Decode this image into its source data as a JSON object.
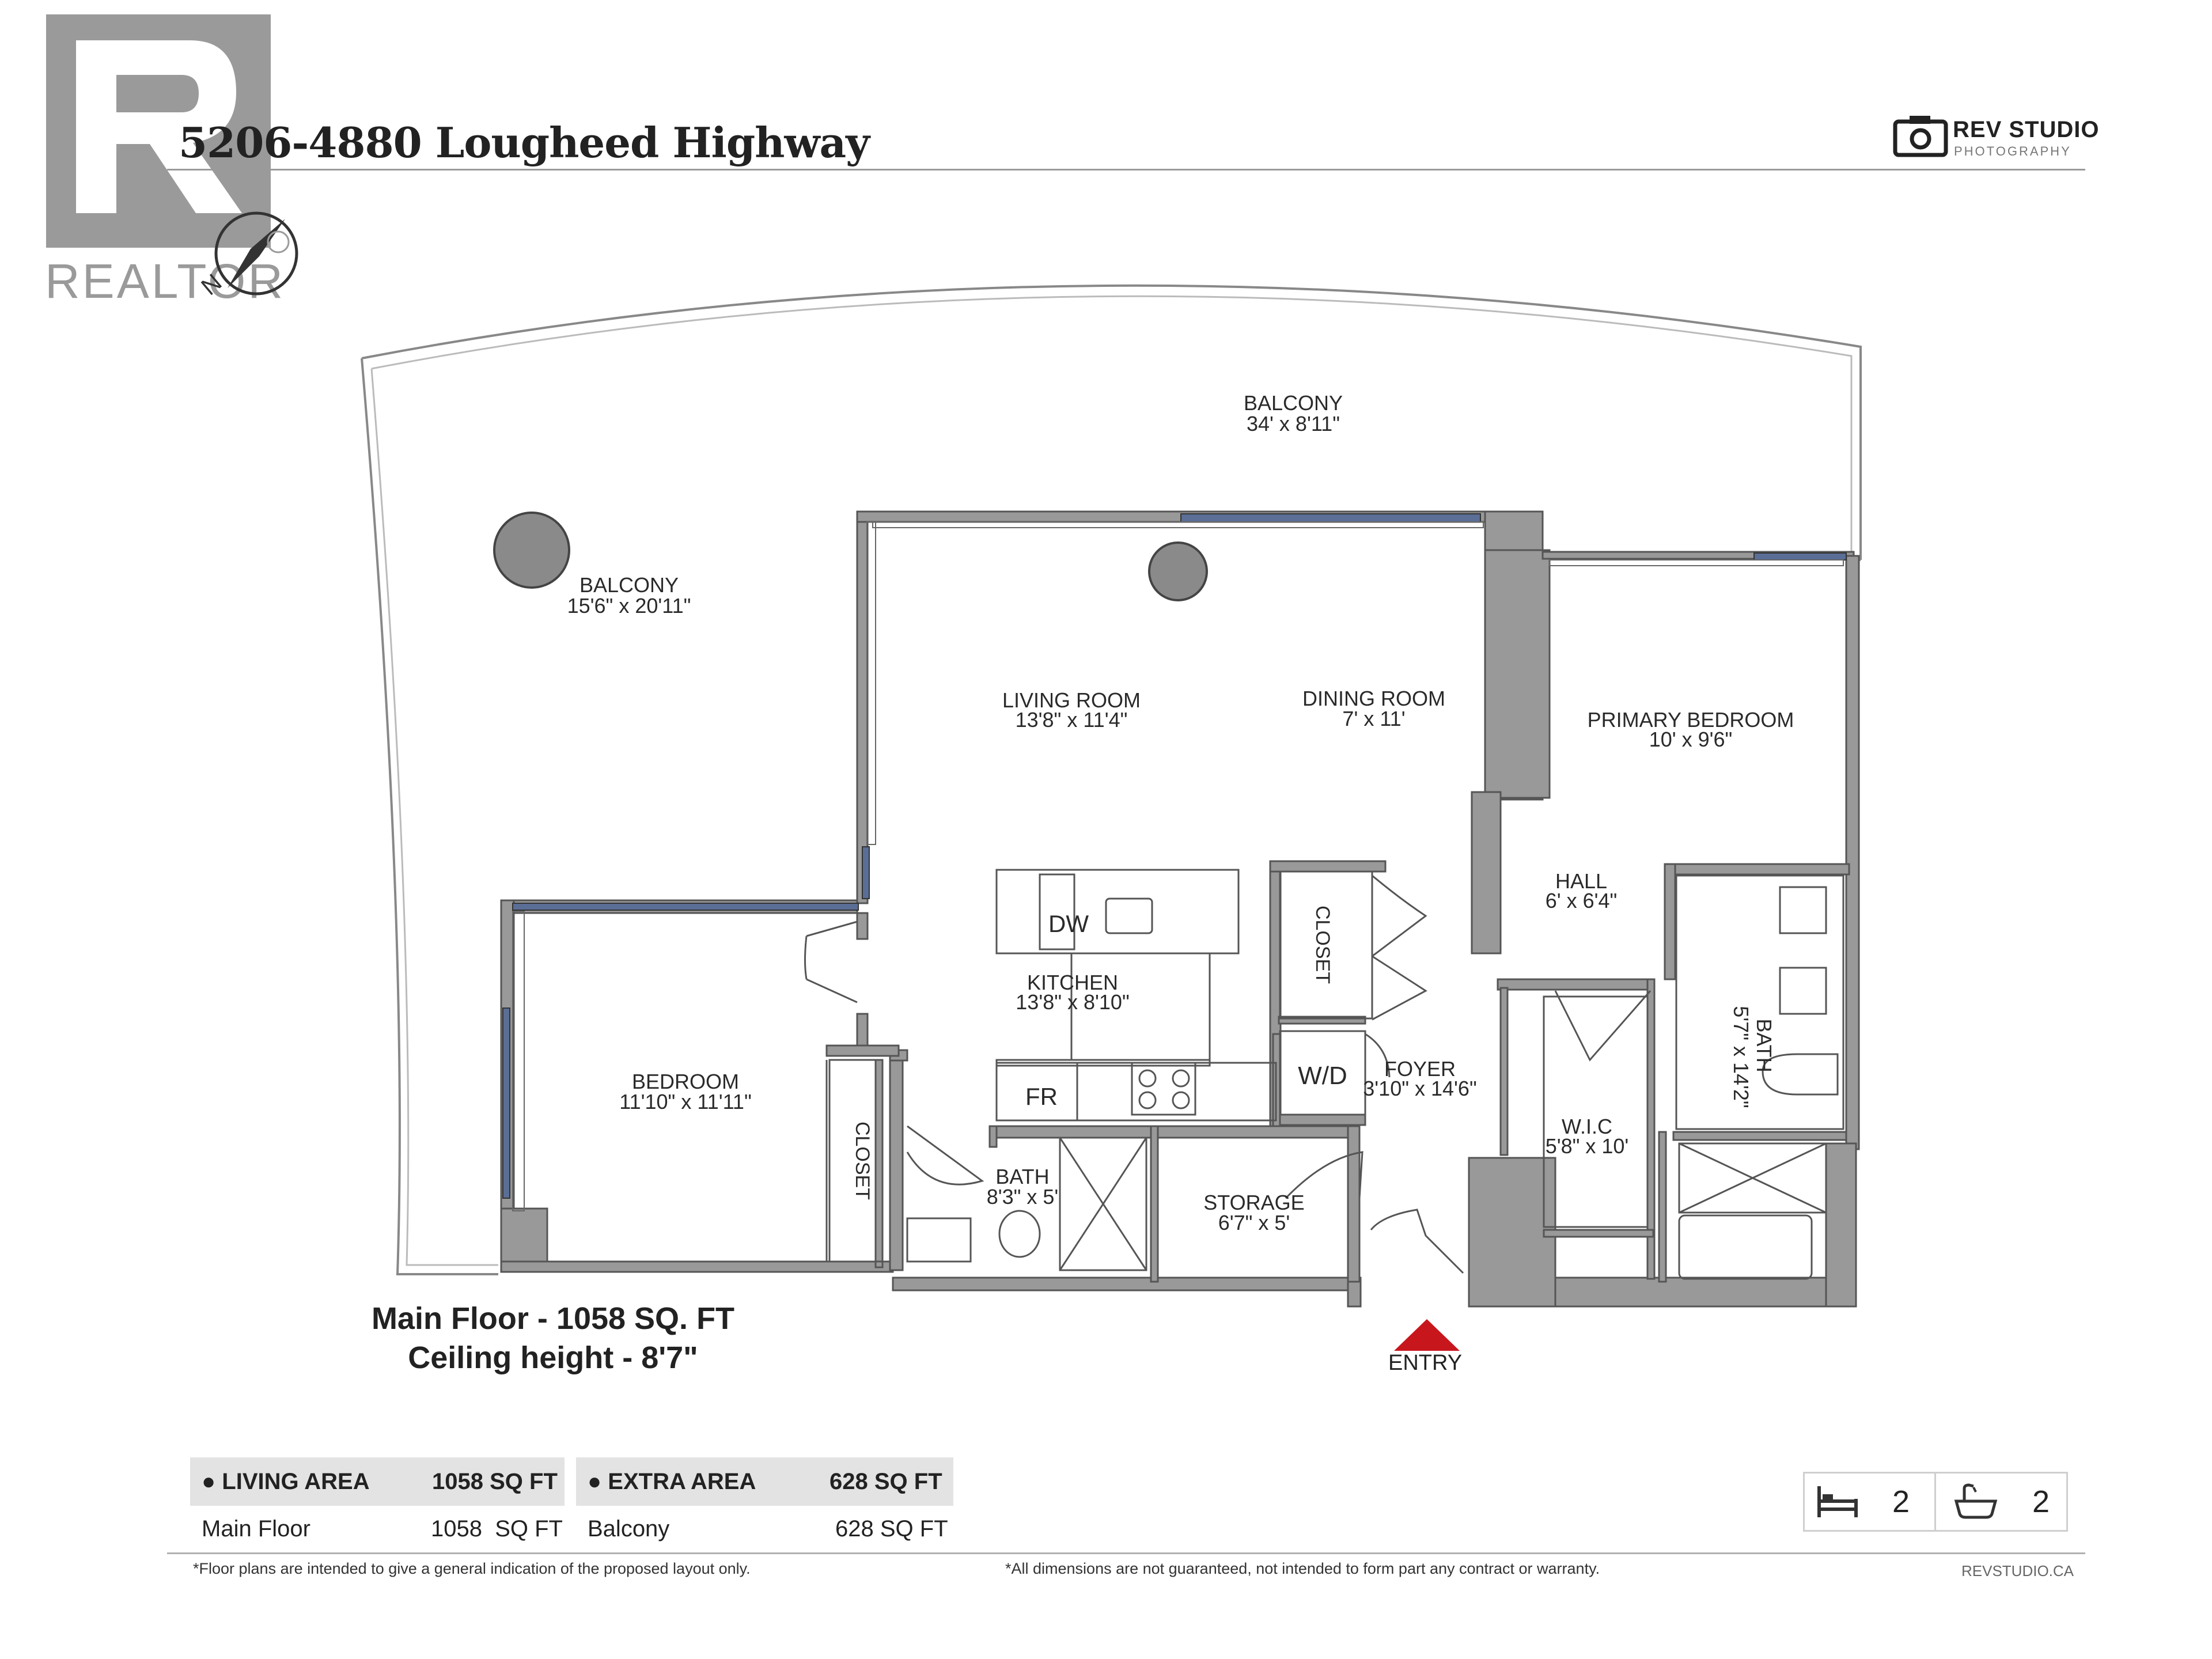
{
  "title": "5206-4880 Lougheed Highway",
  "logos": {
    "realtor": {
      "text": "REALTOR",
      "icon": "realtor-r-icon"
    },
    "brand": {
      "name": "REV STUDIO",
      "sub": "PHOTOGRAPHY",
      "icon": "camera-icon"
    }
  },
  "compass": {
    "letter": "N",
    "icon": "compass-icon"
  },
  "rooms": [
    {
      "name": "BALCONY",
      "dims": "34' x 8'11\""
    },
    {
      "name": "BALCONY",
      "dims": "15'6\" x 20'11\""
    },
    {
      "name": "LIVING ROOM",
      "dims": "13'8\" x 11'4\""
    },
    {
      "name": "DINING ROOM",
      "dims": "7' x 11'"
    },
    {
      "name": "PRIMARY BEDROOM",
      "dims": "10' x 9'6\""
    },
    {
      "name": "HALL",
      "dims": "6' x 6'4\""
    },
    {
      "name": "KITCHEN",
      "dims": "13'8\" x 8'10\""
    },
    {
      "name": "BEDROOM",
      "dims": "11'10\" x 11'11\""
    },
    {
      "name": "FOYER",
      "dims": "3'10\" x 14'6\""
    },
    {
      "name": "W.I.C",
      "dims": "5'8\" x 10'"
    },
    {
      "name": "BATH",
      "dims": "8'3\" x 5'"
    },
    {
      "name": "STORAGE",
      "dims": "6'7\" x 5'"
    },
    {
      "name": "BATH",
      "dims": "5'7\" x 14'2\""
    }
  ],
  "fixtures": {
    "closet_1": "CLOSET",
    "closet_2": "CLOSET",
    "dw": "DW",
    "wd": "W/D",
    "fr": "FR"
  },
  "entry": "ENTRY",
  "summary": {
    "line1": "Main Floor - 1058 SQ. FT",
    "line2": "Ceiling height - 8'7\""
  },
  "table": {
    "living": {
      "label": "LIVING AREA",
      "total": "1058 SQ FT",
      "row_label": "Main Floor",
      "row_value": "1058  SQ FT"
    },
    "extra": {
      "label": "EXTRA AREA",
      "total": "628 SQ FT",
      "row_label": "Balcony",
      "row_value": "628 SQ FT"
    }
  },
  "counts": {
    "bedrooms": "2",
    "bathrooms": "2",
    "bed_icon": "bed-icon",
    "bath_icon": "bathtub-icon"
  },
  "notes": {
    "left": "*Floor plans are intended to give a general indication of the proposed layout only.",
    "right": "*All dimensions are not guaranteed, not intended to form part any contract or warranty.",
    "site": "REVSTUDIO.CA"
  },
  "colors": {
    "wall": "#999999",
    "window": "#5a6e96",
    "entry_arrow": "#c8161d",
    "realtor_gray": "#9a9a9a"
  }
}
